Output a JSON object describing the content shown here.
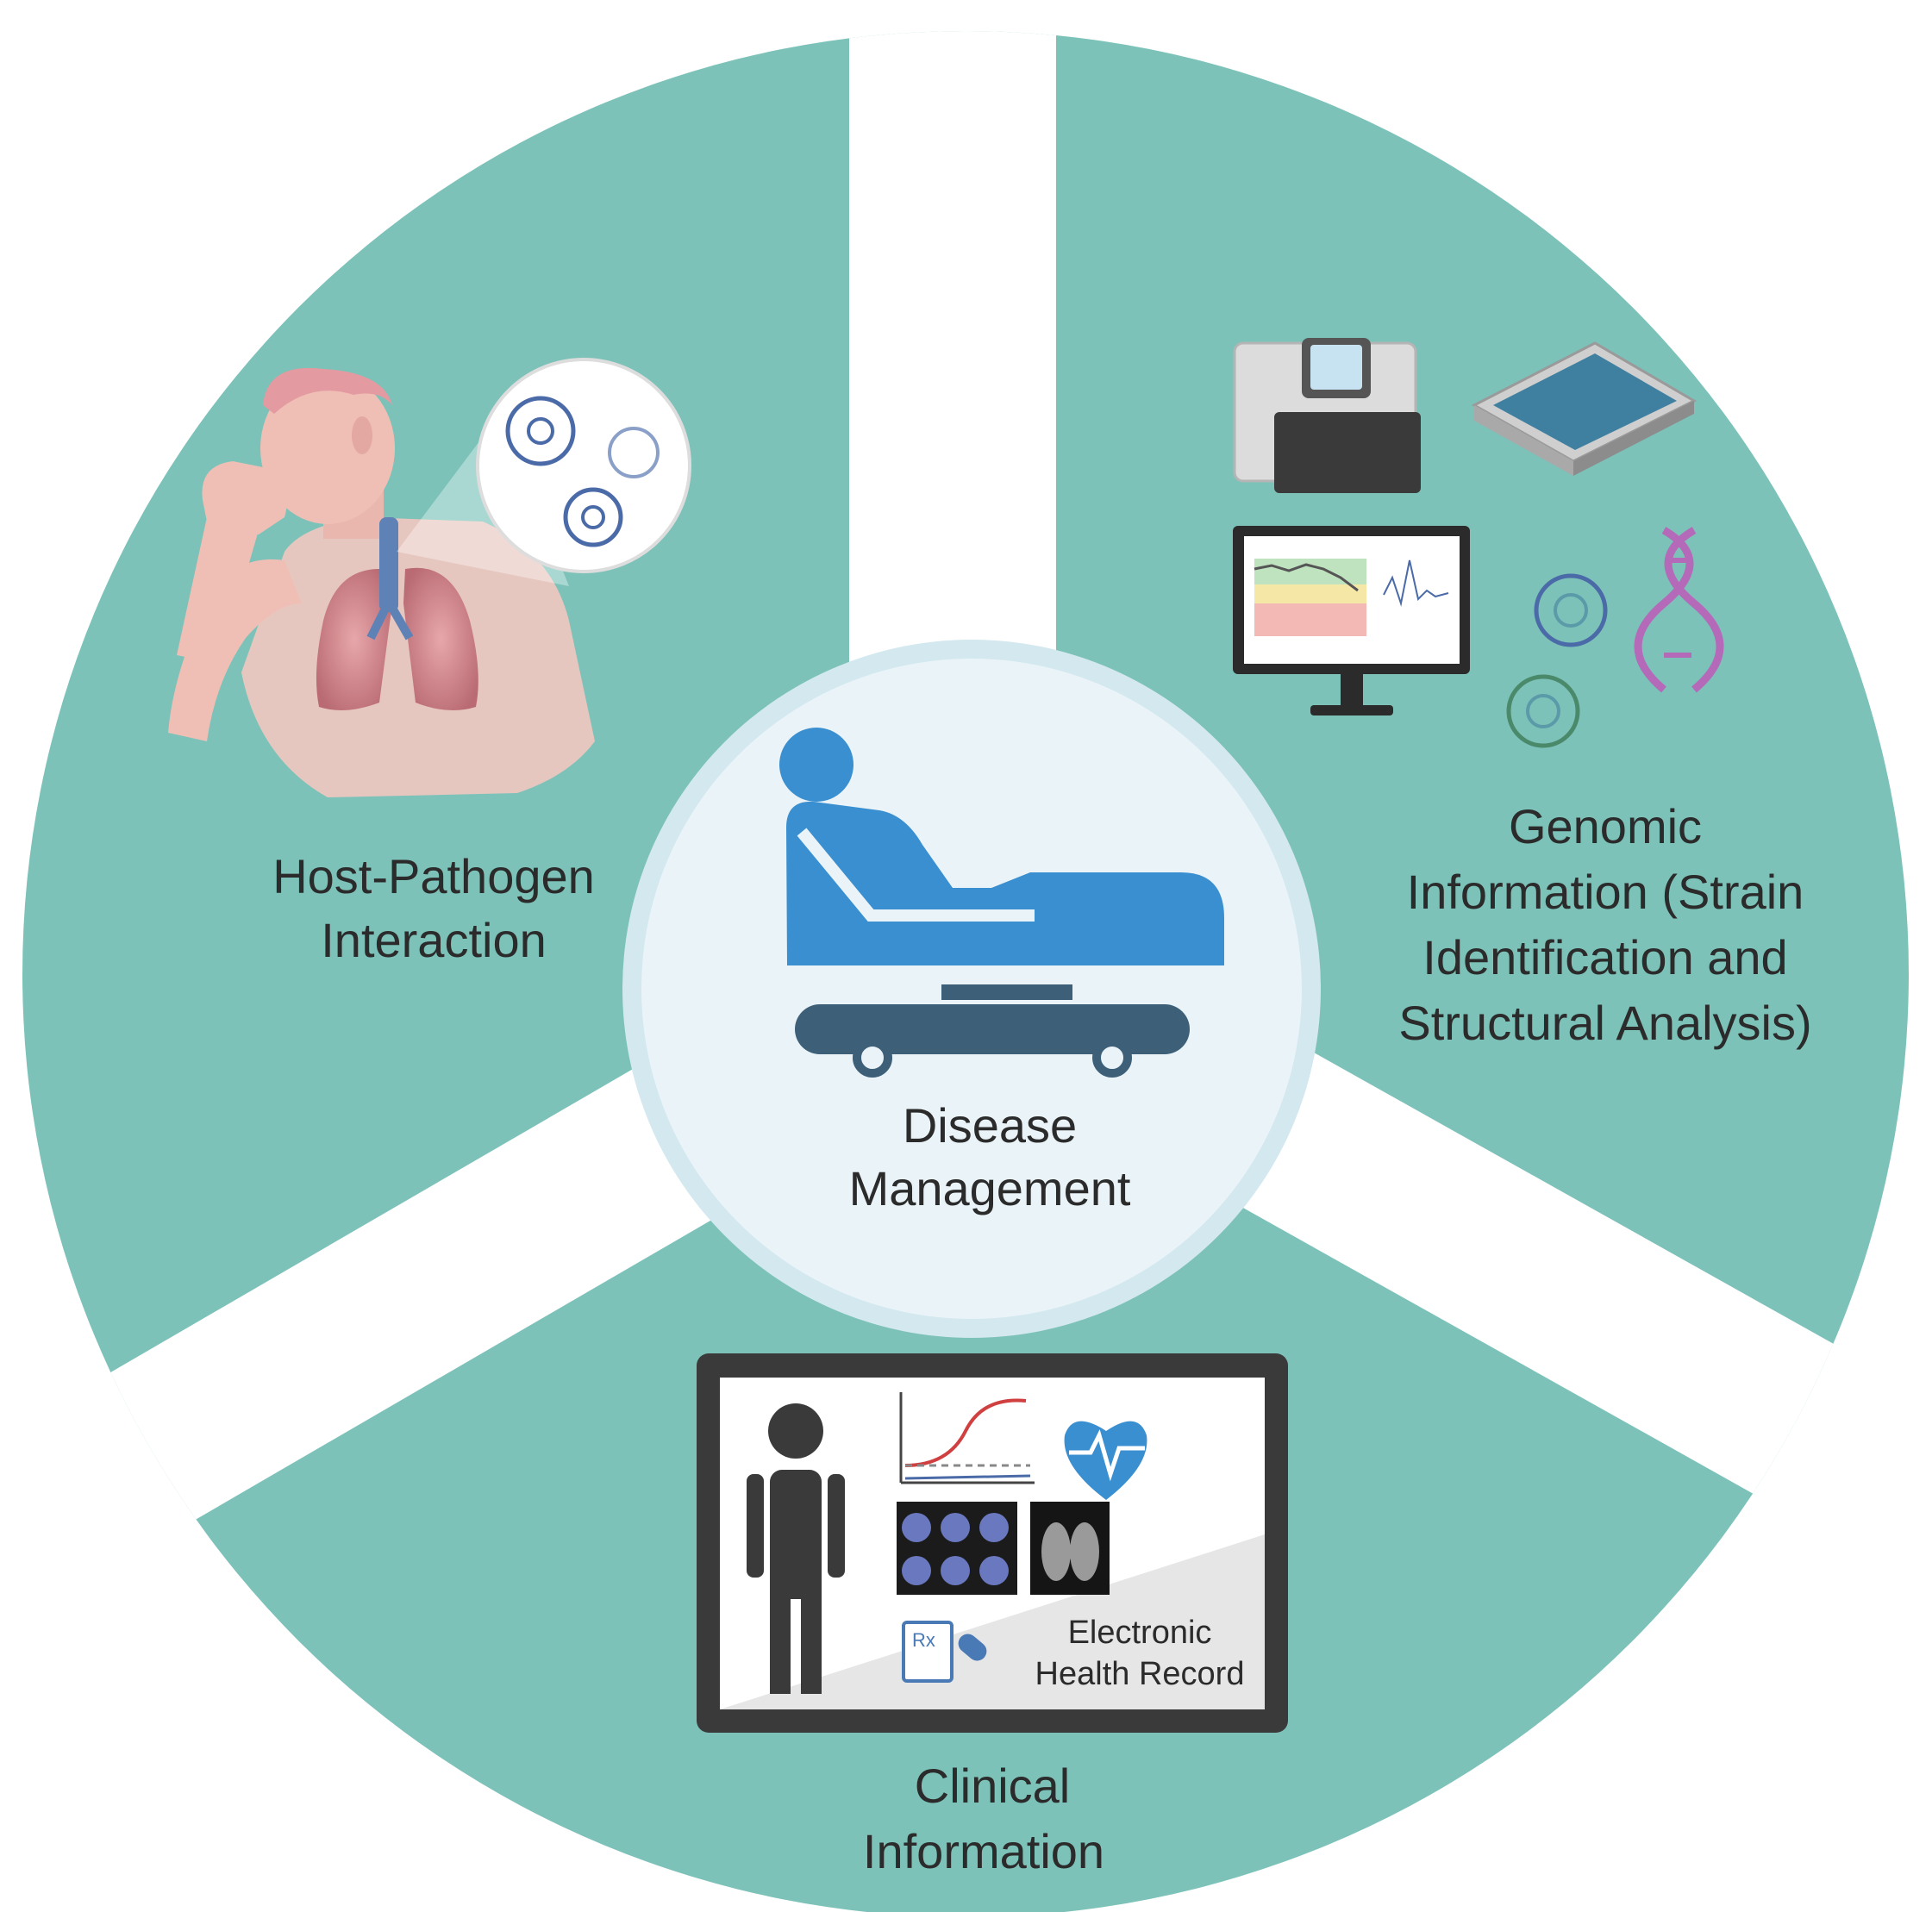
{
  "center": {
    "line1": "Disease",
    "line2": "Management"
  },
  "segments": {
    "host": {
      "line1": "Host-Pathogen",
      "line2": "Interaction"
    },
    "genomic": {
      "line1": "Genomic",
      "line2": "Information (Strain",
      "line3": "Identification and",
      "line4": "Structural Analysis)"
    },
    "clinical": {
      "line1": "Clinical",
      "line2": "Information"
    }
  },
  "ehr": {
    "line1": "Electronic",
    "line2": "Health Record"
  },
  "colors": {
    "segment": "#7cc2b9",
    "center_fill": "#eaf4f8",
    "center_ring": "#d3e8ef",
    "icon_blue": "#3a8fd0",
    "icon_dark": "#3e5f78",
    "text": "#2b2b2b"
  }
}
